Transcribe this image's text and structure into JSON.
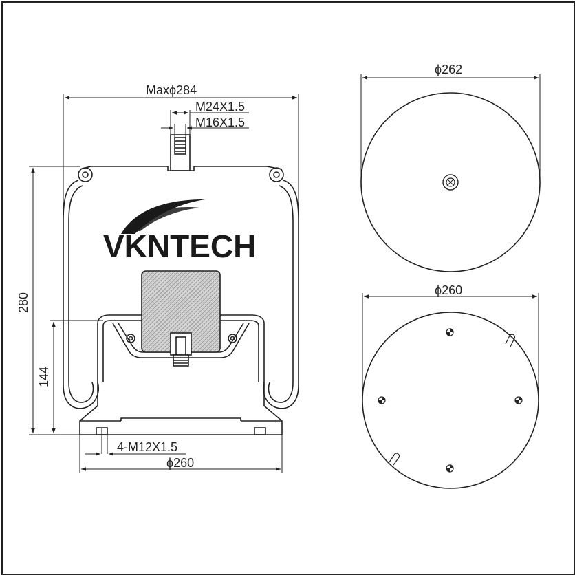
{
  "brand": {
    "logo_text": "VKNTECH"
  },
  "side_view": {
    "max_diameter_label": "Maxϕ284",
    "top_thread_label": "M24X1.5",
    "inner_thread_label": "M16X1.5",
    "height_label": "280",
    "piston_height_label": "144",
    "bottom_thread_label": "4-M12X1.5",
    "bottom_diameter_label": "ϕ260"
  },
  "top_view": {
    "diameter_label": "ϕ262",
    "icon": "center-stud-icon"
  },
  "bottom_view": {
    "diameter_label": "ϕ260",
    "icon": "mounting-hole-icon"
  },
  "colors": {
    "line": "#222222",
    "hatch": "#cfcfcf"
  }
}
